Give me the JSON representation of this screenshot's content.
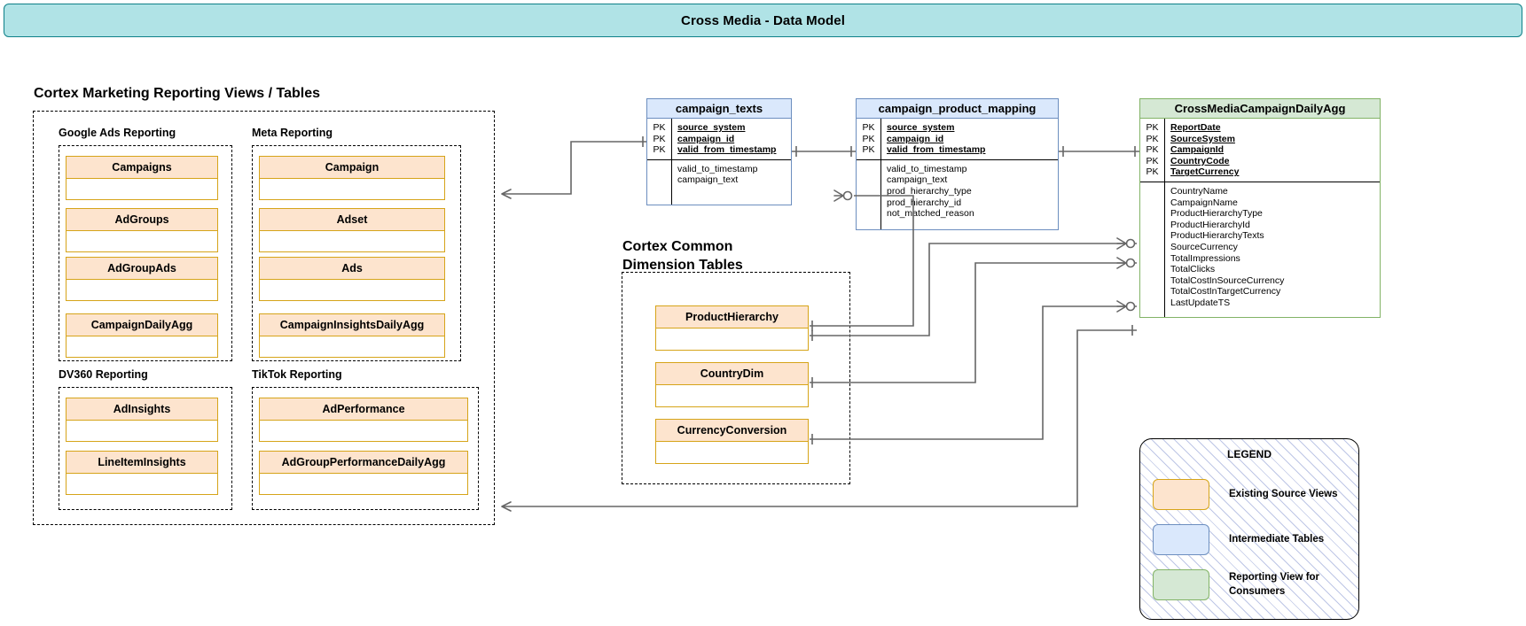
{
  "title": {
    "text": "Cross Media - Data Model"
  },
  "sections": {
    "reporting_heading": "Cortex Marketing Reporting Views / Tables",
    "dimension_heading": "Cortex Common\nDimension Tables"
  },
  "groups": [
    {
      "label": "Google Ads Reporting",
      "tables": [
        "Campaigns",
        "AdGroups",
        "AdGroupAds",
        "CampaignDailyAgg"
      ]
    },
    {
      "label": "Meta Reporting",
      "tables": [
        "Campaign",
        "Adset",
        "Ads",
        "CampaignInsightsDailyAgg"
      ]
    },
    {
      "label": "DV360 Reporting",
      "tables": [
        "AdInsights",
        "LineItemInsights"
      ]
    },
    {
      "label": "TikTok Reporting",
      "tables": [
        "AdPerformance",
        "AdGroupPerformanceDailyAgg"
      ]
    }
  ],
  "dimension_tables": [
    "ProductHierarchy",
    "CountryDim",
    "CurrencyConversion"
  ],
  "er_tables": {
    "campaign_texts": {
      "name": "campaign_texts",
      "color": "blue",
      "keys": [
        "PK",
        "PK",
        "PK"
      ],
      "pk_fields": [
        "source_system",
        "campaign_id",
        "valid_from_timestamp"
      ],
      "fields": [
        "valid_to_timestamp",
        "campaign_text"
      ]
    },
    "campaign_product_mapping": {
      "name": "campaign_product_mapping",
      "color": "blue",
      "keys": [
        "PK",
        "PK",
        "PK"
      ],
      "pk_fields": [
        "source_system",
        "campaign_id",
        "valid_from_timestamp"
      ],
      "fields": [
        "valid_to_timestamp",
        "campaign_text",
        "prod_hierarchy_type",
        "prod_hierarchy_id",
        "not_matched_reason"
      ]
    },
    "cross_media_agg": {
      "name": "CrossMediaCampaignDailyAgg",
      "color": "green",
      "keys": [
        "PK",
        "PK",
        "PK",
        "PK",
        "PK"
      ],
      "pk_fields": [
        "ReportDate",
        "SourceSystem",
        "CampaignId",
        "CountryCode",
        "TargetCurrency"
      ],
      "fields": [
        "CountryName",
        "CampaignName",
        "ProductHierarchyType",
        "ProductHierarchyId",
        "ProductHierarchyTexts",
        "SourceCurrency",
        "TotalImpressions",
        "TotalClicks",
        "TotalCostInSourceCurrency",
        "TotalCostInTargetCurrency",
        "LastUpdateTS"
      ]
    }
  },
  "legend": {
    "title": "LEGEND",
    "items": [
      {
        "swatch": "orange",
        "label": "Existing Source Views"
      },
      {
        "swatch": "blue",
        "label": "Intermediate Tables"
      },
      {
        "swatch": "green",
        "label": "Reporting View for\nConsumers"
      }
    ]
  },
  "colors": {
    "banner_fill": "#b0e3e6",
    "banner_stroke": "#0e8088",
    "orange_fill": "#fde4ce",
    "orange_stroke": "#d6a419",
    "blue_fill": "#dae8fc",
    "blue_stroke": "#6c8ebf",
    "green_fill": "#d5e8d4",
    "green_stroke": "#82b366",
    "connector": "#666666",
    "connector_dark": "#000000"
  }
}
